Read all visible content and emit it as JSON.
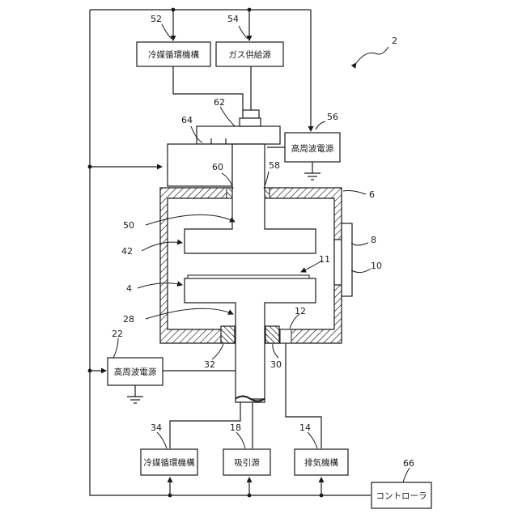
{
  "figure_number": "2",
  "boxes": {
    "coolant_upper": "冷媒循環機構",
    "gas_supply": "ガス供給源",
    "rf_upper": "高周波電源",
    "rf_lower": "高周波電源",
    "coolant_lower": "冷媒循環機構",
    "suction": "吸引源",
    "exhaust": "排気機構",
    "controller": "コントローラ"
  },
  "refs": {
    "r52": "52",
    "r54": "54",
    "r56": "56",
    "r62": "62",
    "r64": "64",
    "r60": "60",
    "r58": "58",
    "r6": "6",
    "r50": "50",
    "r42": "42",
    "r8": "8",
    "r10": "10",
    "r11": "11",
    "r4": "4",
    "r28": "28",
    "r12": "12",
    "r22": "22",
    "r32": "32",
    "r30": "30",
    "r34": "34",
    "r18": "18",
    "r14": "14",
    "r66": "66"
  },
  "colors": {
    "ink": "#1a1a1a",
    "paper": "#ffffff"
  }
}
